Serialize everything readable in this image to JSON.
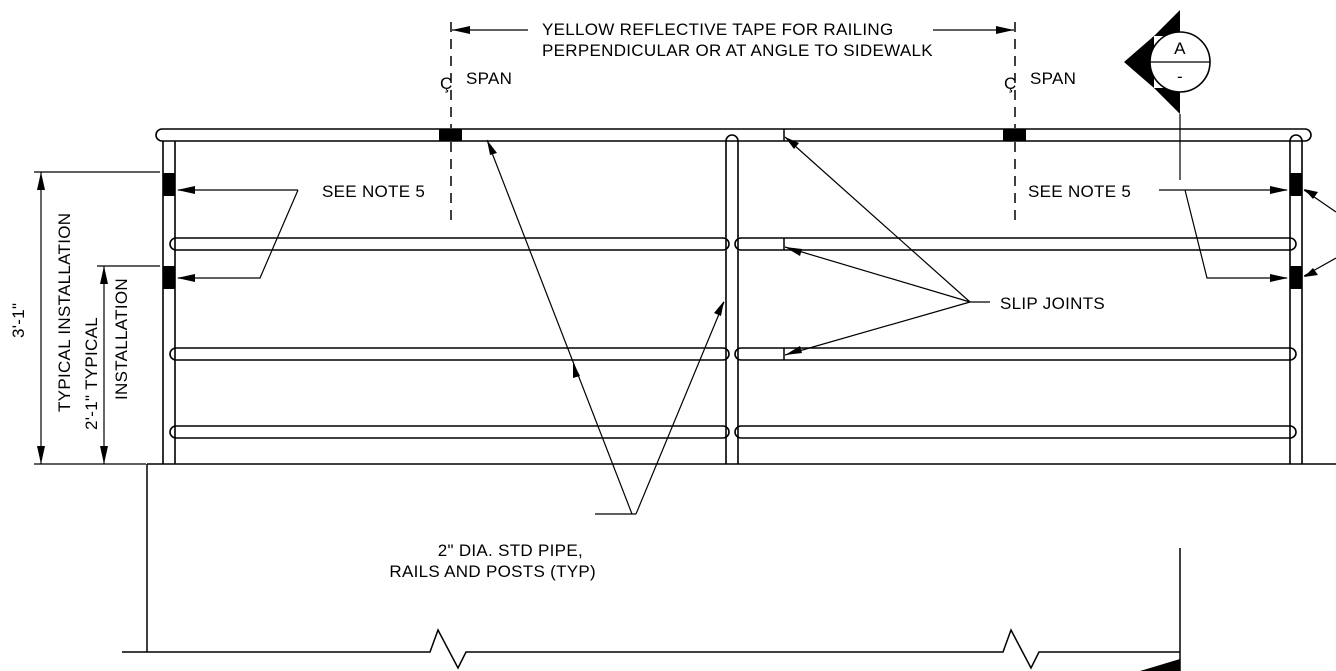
{
  "labels": {
    "tape_line1": "YELLOW REFLECTIVE TAPE FOR RAILING",
    "tape_line2": "PERPENDICULAR OR AT ANGLE TO SIDEWALK",
    "cl_span_left": "SPAN",
    "cl_span_right": "SPAN",
    "see_note_left": "SEE NOTE 5",
    "see_note_right": "SEE NOTE 5",
    "slip_joints": "SLIP JOINTS",
    "pipe_line1": "2\" DIA. STD PIPE,",
    "pipe_line2": "RAILS AND POSTS (TYP)",
    "dim_outer_value": "3'-1\"",
    "dim_outer_text": "TYPICAL INSTALLATION",
    "dim_inner_value": "2'-1\" TYPICAL",
    "dim_inner_text": "INSTALLATION",
    "section_letter": "A",
    "section_sheet": "-"
  },
  "colors": {
    "ink": "#000000",
    "paper": "#ffffff"
  }
}
